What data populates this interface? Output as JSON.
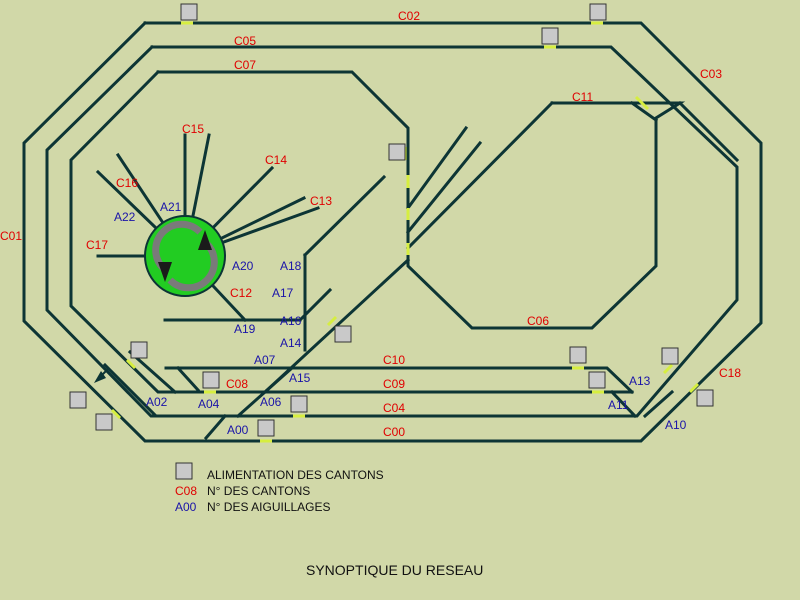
{
  "title": "SYNOPTIQUE DU RESEAU",
  "colors": {
    "background": "#d1d8a8",
    "track": "#0d3535",
    "canton_label": "#e00000",
    "switch_label": "#1a14a8",
    "feed_box": "#c9c9c9",
    "separator": "#d6ee40",
    "turntable": "#22cc22"
  },
  "legend": {
    "feed_label": "ALIMENTATION DES CANTONS",
    "canton_code": "C08",
    "canton_label": "N° DES CANTONS",
    "switch_code": "A00",
    "switch_label": "N° DES AIGUILLAGES"
  },
  "cantons": [
    "C00",
    "C01",
    "C02",
    "C03",
    "C04",
    "C05",
    "C06",
    "C07",
    "C08",
    "C09",
    "C10",
    "C11",
    "C12",
    "C13",
    "C14",
    "C15",
    "C16",
    "C17",
    "C18"
  ],
  "switches": [
    "A00",
    "A02",
    "A04",
    "A06",
    "A07",
    "A10",
    "A11",
    "A13",
    "A14",
    "A15",
    "A16",
    "A17",
    "A18",
    "A19",
    "A20",
    "A21",
    "A22"
  ],
  "turntable_icon": "turntable-rotation-icon",
  "feed_icon": "feed-box-icon"
}
